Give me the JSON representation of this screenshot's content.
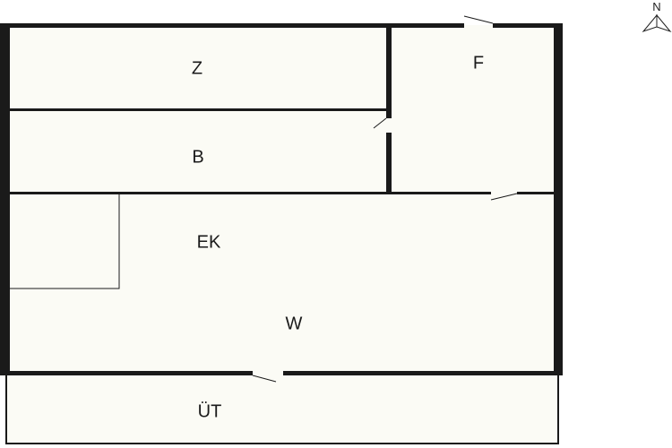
{
  "floorplan": {
    "colors": {
      "floor": "#fbfbf5",
      "wall": "#1a1a1a",
      "background": "#ffffff"
    },
    "rooms": [
      {
        "id": "Z",
        "label": "Z"
      },
      {
        "id": "F",
        "label": "F"
      },
      {
        "id": "B",
        "label": "B"
      },
      {
        "id": "EK",
        "label": "EK"
      },
      {
        "id": "W",
        "label": "W"
      },
      {
        "id": "UT",
        "label": "ÜT"
      }
    ],
    "compass": {
      "label": "N",
      "icon": "north-arrow-icon"
    }
  }
}
